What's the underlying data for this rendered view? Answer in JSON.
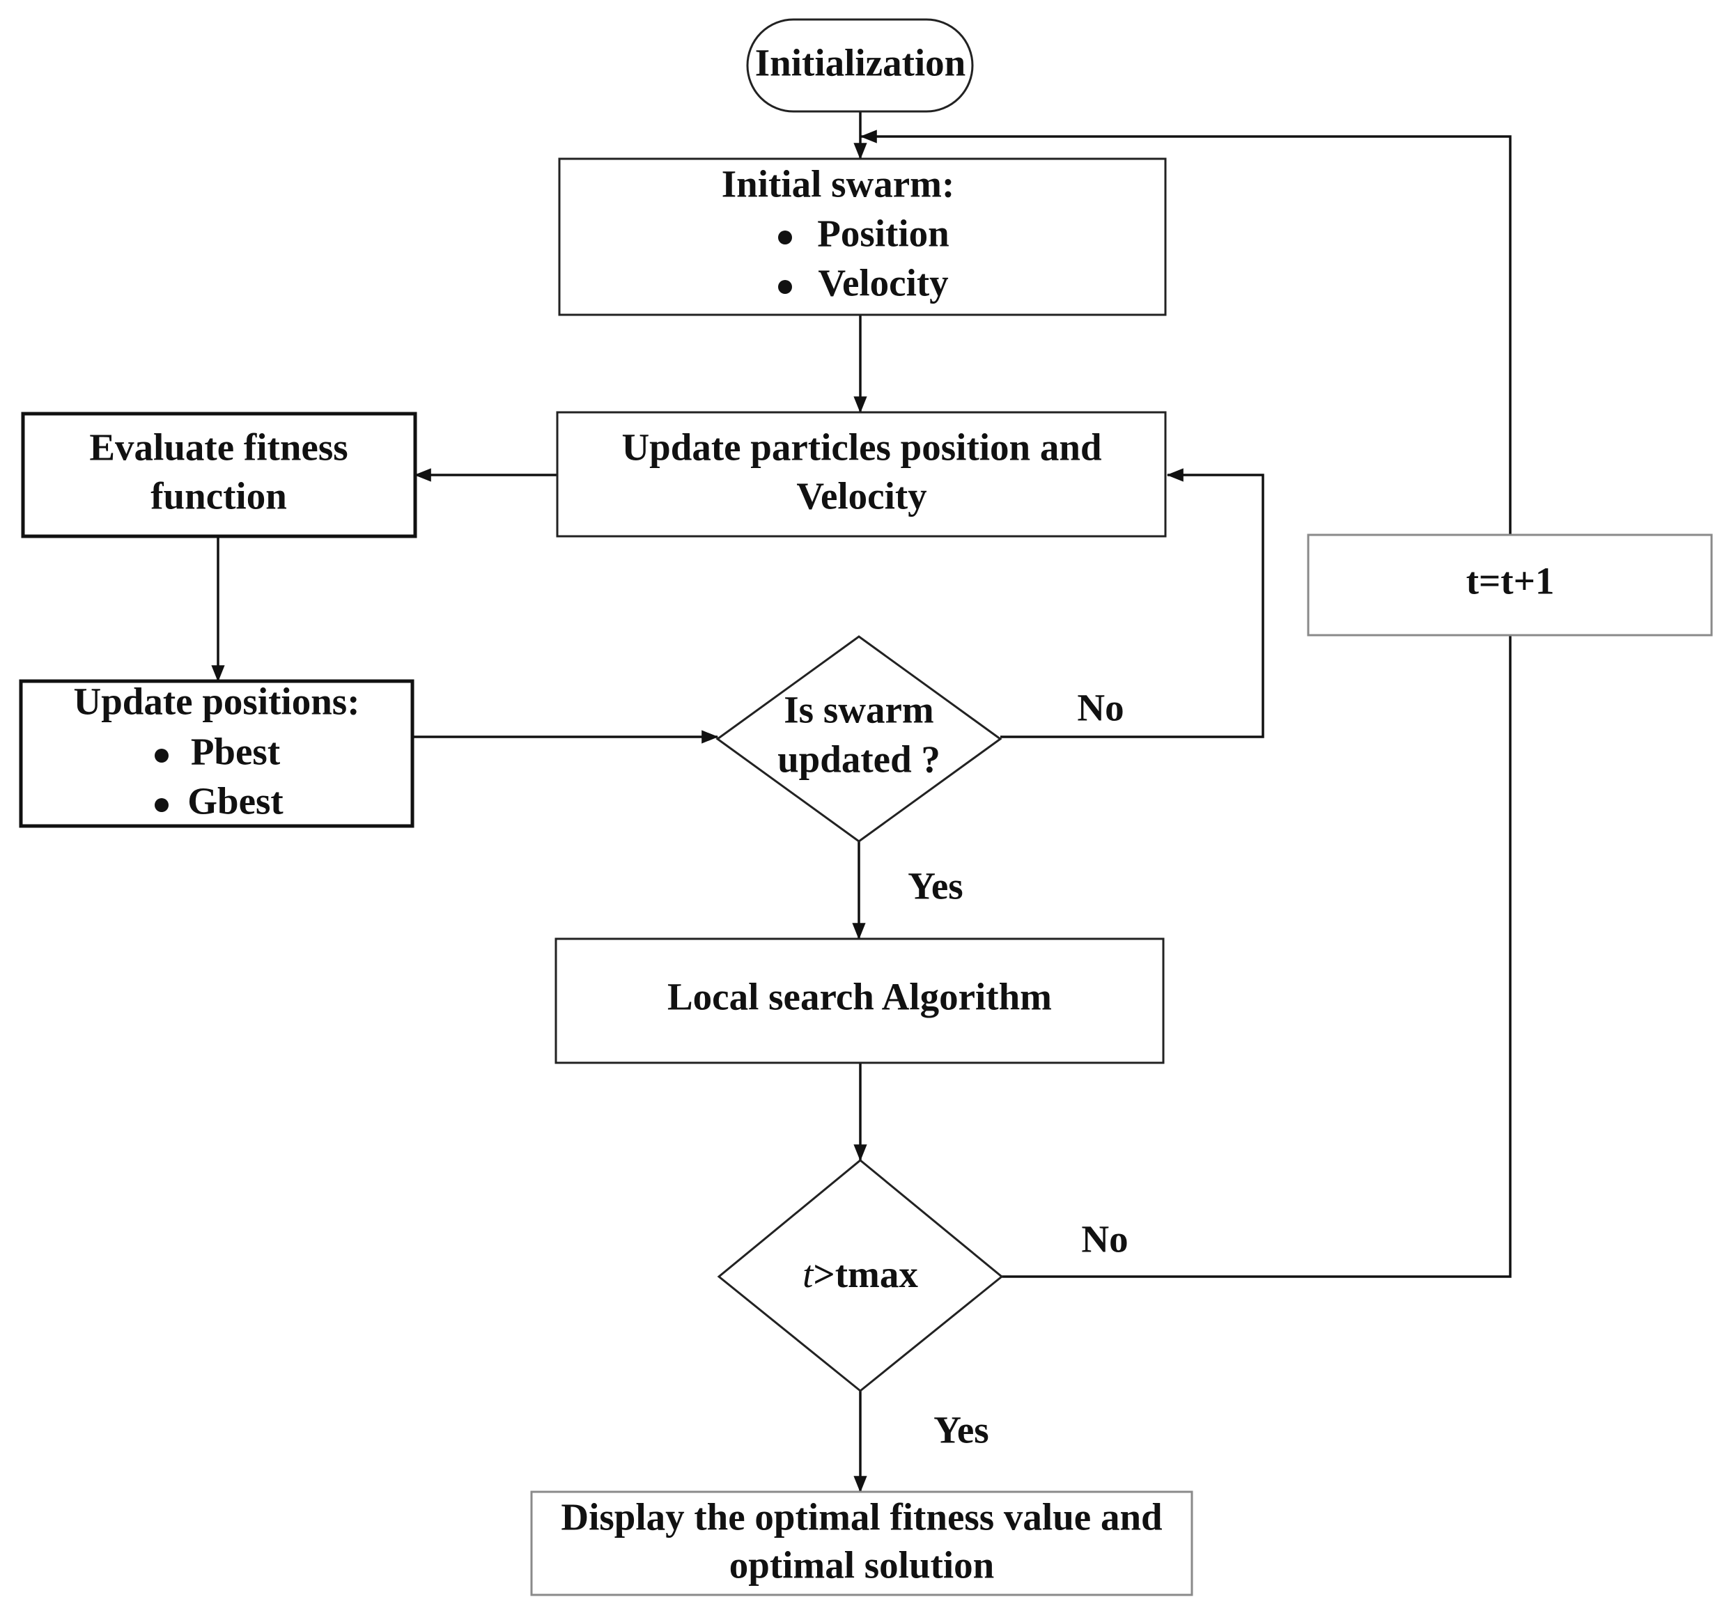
{
  "nodes": {
    "initialization": {
      "label": "Initialization"
    },
    "initial_swarm": {
      "title": "Initial swarm:",
      "bullets": [
        "Position",
        "Velocity"
      ]
    },
    "update_particles": {
      "lines": [
        "Update particles position and",
        "Velocity"
      ]
    },
    "evaluate_fitness": {
      "lines": [
        "Evaluate fitness",
        "function"
      ]
    },
    "update_positions": {
      "title": "Update positions:",
      "bullets": [
        "Pbest",
        "Gbest"
      ]
    },
    "is_swarm_updated": {
      "lines": [
        "Is swarm",
        "updated ?"
      ]
    },
    "local_search": {
      "label": "Local search Algorithm"
    },
    "t_gt_tmax": {
      "italic": "t",
      "rest": ">tmax"
    },
    "t_increment": {
      "label": "t=t+1"
    },
    "display_optimal": {
      "lines": [
        "Display the optimal fitness value and",
        "optimal solution"
      ]
    }
  },
  "edge_labels": {
    "swarm_no": "No",
    "swarm_yes": "Yes",
    "tmax_no": "No",
    "tmax_yes": "Yes"
  },
  "edges": [
    {
      "from": "initialization",
      "to": "initial_swarm"
    },
    {
      "from": "initial_swarm",
      "to": "update_particles"
    },
    {
      "from": "update_particles",
      "to": "evaluate_fitness"
    },
    {
      "from": "evaluate_fitness",
      "to": "update_positions"
    },
    {
      "from": "update_positions",
      "to": "is_swarm_updated"
    },
    {
      "from": "is_swarm_updated",
      "to": "update_particles",
      "label": "No"
    },
    {
      "from": "is_swarm_updated",
      "to": "local_search",
      "label": "Yes"
    },
    {
      "from": "local_search",
      "to": "t_gt_tmax"
    },
    {
      "from": "t_gt_tmax",
      "to": "t_increment",
      "label": "No"
    },
    {
      "from": "t_increment",
      "to": "initial_swarm"
    },
    {
      "from": "t_gt_tmax",
      "to": "display_optimal",
      "label": "Yes"
    }
  ]
}
